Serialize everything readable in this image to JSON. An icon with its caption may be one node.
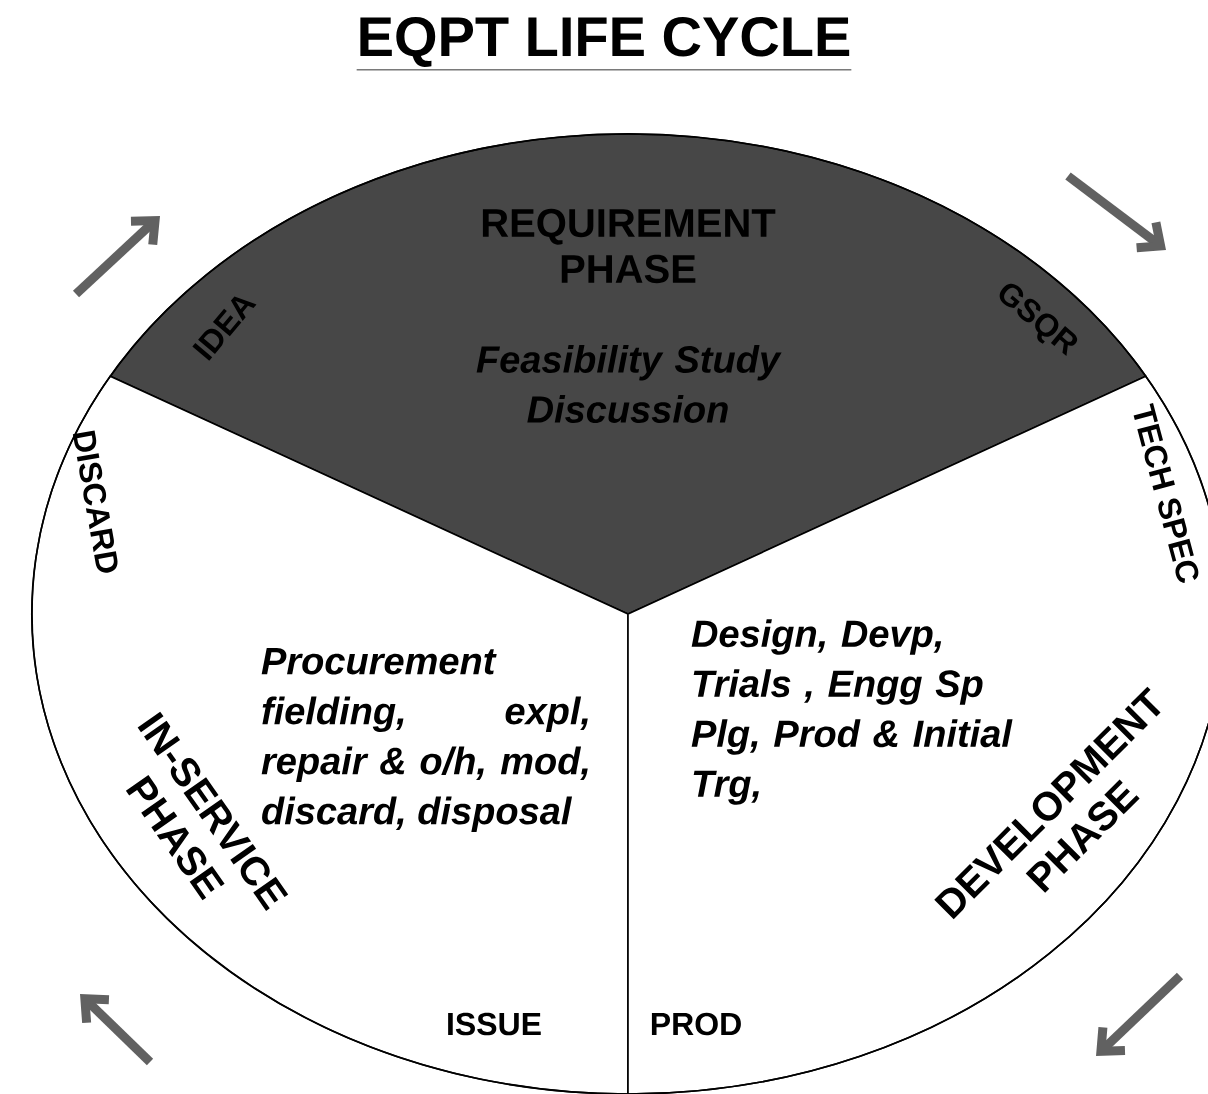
{
  "diagram": {
    "title": "EQPT LIFE CYCLE",
    "nodes": [
      {
        "text": [
          "REQUIREMENT PHASE",
          "Feasibility Study Discussion"
        ]
      },
      {
        "text": [
          "IN-SERVICE PHASE",
          "Procurement fielding, expl, repair & o/h, mod, discard, disposal"
        ]
      },
      {
        "text": [
          "DEVELOPMENT PHASE",
          "Design, Devp, Trials , Engg Sp Plg, Prod & Initial Trg,"
        ]
      }
    ],
    "labels": [
      "IDEA",
      "GSQR",
      "DISCARD",
      "TECH SPEC",
      "ISSUE",
      "PROD"
    ]
  }
}
